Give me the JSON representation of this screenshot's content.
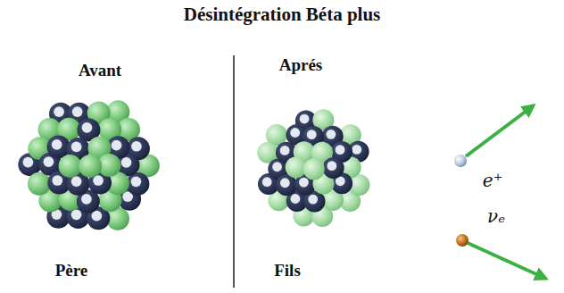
{
  "diagram": {
    "title": "Désintégration Béta plus",
    "labels": [
      "Avant",
      "Aprés",
      "e⁺",
      "νₑ",
      "Père",
      "Fils"
    ]
  }
}
